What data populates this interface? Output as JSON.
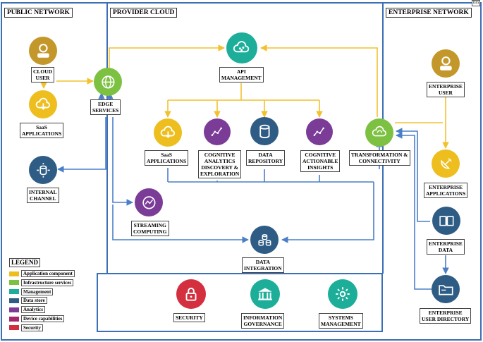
{
  "panels": {
    "public": "PUBLIC NETWORK",
    "provider": "PROVIDER CLOUD",
    "enterprise": "ENTERPRISE NETWORK"
  },
  "corner_tag": "tim",
  "nodes": {
    "cloud_user": {
      "label": "CLOUD\nUSER",
      "color": "#C4972A"
    },
    "saas_public": {
      "label": "SaaS\nAPPLICATIONS",
      "color": "#EDBE1E"
    },
    "internal_channel": {
      "label": "INTERNAL\nCHANNEL",
      "color": "#2E5C84"
    },
    "edge_services": {
      "label": "EDGE\nSERVICES",
      "color": "#7DC142"
    },
    "api_management": {
      "label": "API\nMANAGEMENT",
      "color": "#1DAE9A"
    },
    "saas_cloud": {
      "label": "SaaS\nAPPLICATIONS",
      "color": "#EDBE1E"
    },
    "cognitive_analytics": {
      "label": "COGNITIVE\nANALYTICS\nDISCOVERY &\nEXPLORATION",
      "color": "#7B3C97"
    },
    "data_repository": {
      "label": "DATA\nREPOSITORY",
      "color": "#2E5C84"
    },
    "cognitive_insights": {
      "label": "COGNITIVE\nACTIONABLE\nINSIGHTS",
      "color": "#7B3C97"
    },
    "transformation": {
      "label": "TRANSFORMATION &\nCONNECTIVITY",
      "color": "#7DC142"
    },
    "streaming_computing": {
      "label": "STREAMING\nCOMPUTING",
      "color": "#7B3C97"
    },
    "data_integration": {
      "label": "DATA\nINTEGRATION",
      "color": "#2E5C84"
    },
    "enterprise_user": {
      "label": "ENTERPRISE\nUSER",
      "color": "#C4972A"
    },
    "enterprise_applications": {
      "label": "ENTERPRISE\nAPPLICATIONS",
      "color": "#EDBE1E"
    },
    "enterprise_data": {
      "label": "ENTERPRISE\nDATA",
      "color": "#2E5C84"
    },
    "enterprise_user_directory": {
      "label": "ENTERPRISE\nUSER DIRECTORY",
      "color": "#2E5C84"
    },
    "security": {
      "label": "SECURITY",
      "color": "#D32F3F"
    },
    "information_governance": {
      "label": "INFORMATION\nGOVERNANCE",
      "color": "#1DAE9A"
    },
    "systems_management": {
      "label": "SYSTEMS\nMANAGEMENT",
      "color": "#1DAE9A"
    }
  },
  "legend": {
    "title": "LEGEND",
    "items": [
      {
        "label": "Application component",
        "color": "#EDBE1E"
      },
      {
        "label": "Infrastructure services",
        "color": "#7DC142"
      },
      {
        "label": "Management",
        "color": "#1DAE9A"
      },
      {
        "label": "Data store",
        "color": "#2E5C84"
      },
      {
        "label": "Analytics",
        "color": "#7B3C97"
      },
      {
        "label": "Device capabilities",
        "color": "#A3286A"
      },
      {
        "label": "Security",
        "color": "#D32F3F"
      }
    ]
  },
  "colors": {
    "panel_border": "#3B6FB6",
    "yellow_link": "#F2C12E",
    "blue_link": "#4A7FC8"
  }
}
